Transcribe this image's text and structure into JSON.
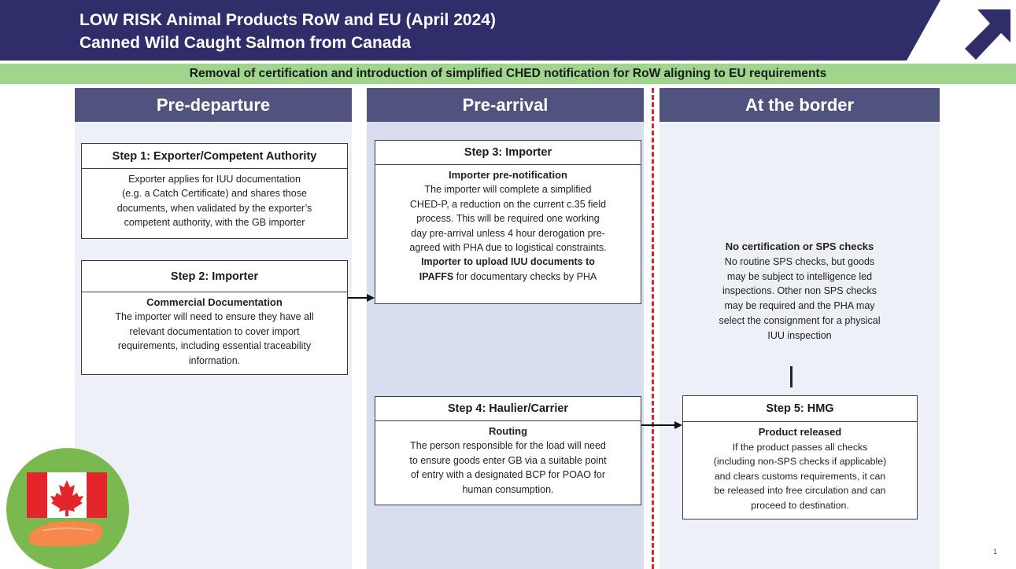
{
  "header": {
    "title_line1": "LOW RISK Animal Products RoW and EU (April 2024)",
    "title_line2": "Canned Wild Caught Salmon from Canada",
    "logo_icon": "arrow-up-right-icon",
    "bg_color": "#2f2e6b"
  },
  "banner": {
    "text": "Removal of certification and introduction of simplified CHED notification for RoW aligning to EU requirements",
    "color": "#9fd58c"
  },
  "columns": {
    "pre_departure": "Pre-departure",
    "pre_arrival": "Pre-arrival",
    "at_border": "At the border"
  },
  "step1": {
    "title": "Step 1: Exporter/Competent Authority",
    "lines": [
      "Exporter applies for IUU documentation",
      "(e.g. a Catch Certificate) and shares those",
      "documents, when validated by the exporter’s",
      "competent authority, with the GB importer"
    ]
  },
  "step2": {
    "title": "Step 2: Importer",
    "subtitle": "Commercial Documentation",
    "lines": [
      "The importer will need to ensure they have all",
      "relevant documentation to cover import",
      "requirements, including essential traceability",
      "information."
    ]
  },
  "step3": {
    "title": "Step 3: Importer",
    "subtitle": "Importer pre-notification",
    "lines": [
      "The importer will complete a simplified",
      "CHED-P, a reduction on the current c.35 field",
      "process. This will be required one working",
      "day pre-arrival unless 4 hour derogation pre-",
      "agreed with PHA due to logistical constraints."
    ],
    "bold_line1": "Importer to upload IUU documents to",
    "bold_line2": "IPAFFS",
    "tail_line2": " for documentary checks by PHA"
  },
  "step4": {
    "title": "Step 4: Haulier/Carrier",
    "subtitle": "Routing",
    "lines": [
      "The person responsible for the load will need",
      "to ensure goods enter GB via a suitable point",
      "of entry with a designated BCP for POAO for",
      "human consumption."
    ]
  },
  "border_note": {
    "subtitle": "No certification or SPS checks",
    "lines": [
      "No routine SPS checks, but goods",
      "may be subject to intelligence led",
      "inspections. Other non SPS checks",
      "may be required and the PHA may",
      "select the consignment for a physical",
      "IUU inspection"
    ]
  },
  "step5": {
    "title": "Step 5: HMG",
    "subtitle": "Product released",
    "lines": [
      "If the product passes all checks",
      "(including non-SPS checks if applicable)",
      "and clears customs requirements, it can",
      "be released into free circulation and can",
      "proceed to destination."
    ]
  },
  "flag": {
    "icon": "canada-flag-icon",
    "product_icon": "salmon-fillet-icon",
    "red": "#e4252b",
    "circle": "#79b94f"
  },
  "page_number": "1"
}
